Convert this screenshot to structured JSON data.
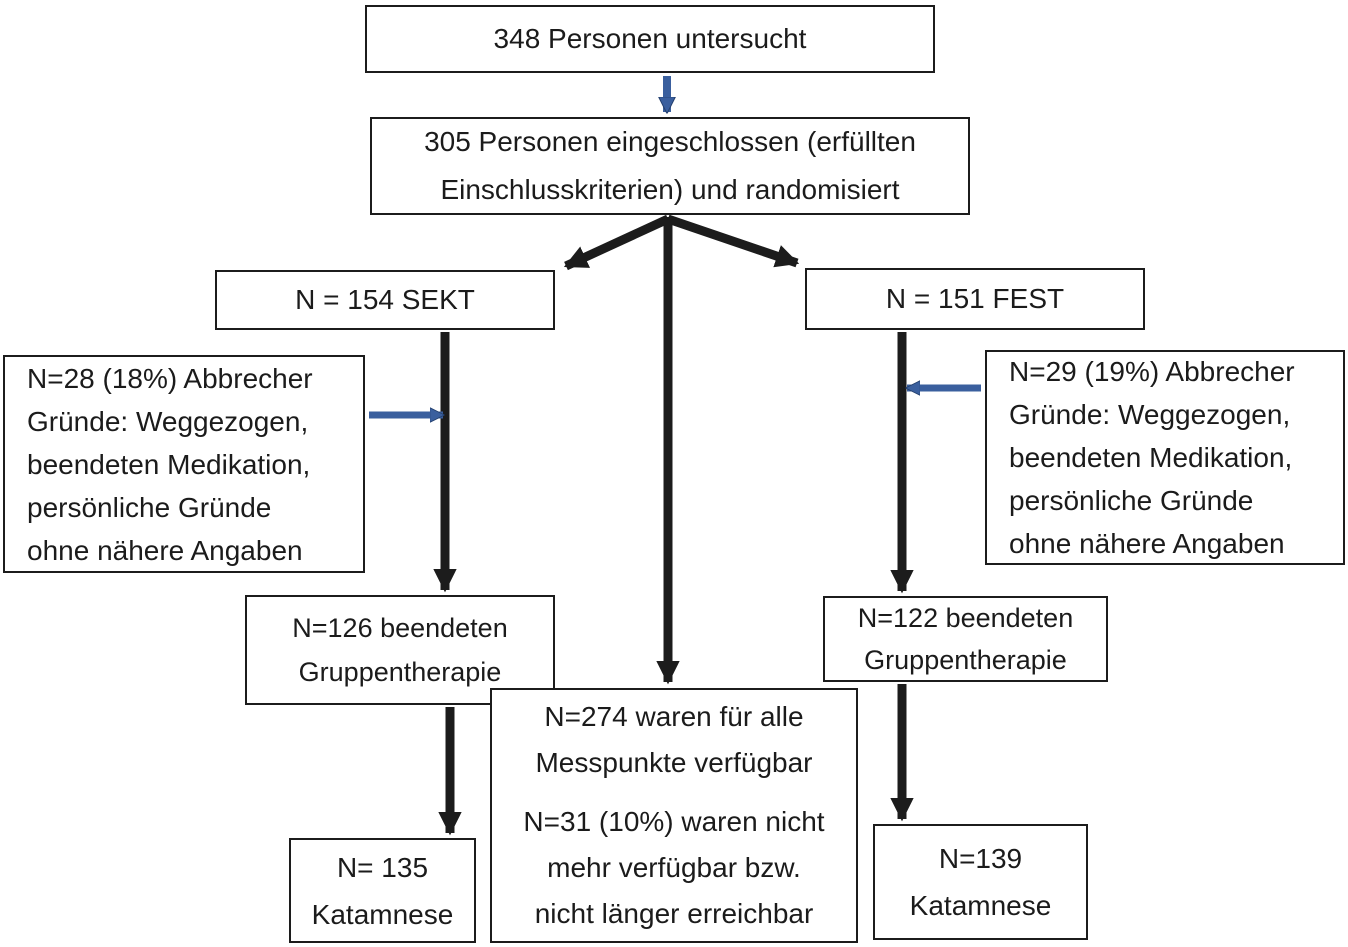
{
  "diagram": {
    "type": "flowchart",
    "language": "de",
    "colors": {
      "arrow_black": "#1c1c1c",
      "arrow_blue": "#3a5f9e",
      "arrow_blue_dark": "#24406e",
      "box_border": "#1c1c1c",
      "background": "#ffffff",
      "text": "#1b1b1b"
    },
    "nodes": {
      "examined": {
        "lines": [
          "348 Personen untersucht"
        ]
      },
      "randomized": {
        "lines": [
          "305 Personen eingeschlossen (erfüllten",
          "Einschlusskriterien) und randomisiert"
        ]
      },
      "sekt": {
        "lines": [
          "N = 154 SEKT"
        ]
      },
      "fest": {
        "lines": [
          "N = 151 FEST"
        ]
      },
      "dropout_sekt": {
        "lines": [
          "N=28 (18%) Abbrecher",
          "Gründe: Weggezogen,",
          "beendeten Medikation,",
          "persönliche Gründe",
          "ohne nähere Angaben"
        ]
      },
      "dropout_fest": {
        "lines": [
          "N=29 (19%) Abbrecher",
          "Gründe: Weggezogen,",
          "beendeten Medikation,",
          "persönliche Gründe",
          "ohne nähere Angaben"
        ]
      },
      "completed_sekt": {
        "lines": [
          "N=126 beendeten",
          "Gruppentherapie"
        ]
      },
      "completed_fest": {
        "lines": [
          "N=122 beendeten",
          "Gruppentherapie"
        ]
      },
      "availability": {
        "paragraphs": [
          [
            "N=274 waren für alle",
            "Messpunkte verfügbar"
          ],
          [
            "N=31 (10%) waren nicht",
            "mehr verfügbar bzw.",
            "nicht länger erreichbar"
          ]
        ]
      },
      "katamnese_sekt": {
        "lines": [
          "N= 135",
          "Katamnese"
        ]
      },
      "katamnese_fest": {
        "lines": [
          "N=139",
          "Katamnese"
        ]
      }
    },
    "edges": [
      {
        "from": "examined",
        "to": "randomized",
        "style": "blue-arrow",
        "direction": "down"
      },
      {
        "from": "randomized",
        "to": "sekt",
        "style": "black-arrow",
        "direction": "diagonal-left-down"
      },
      {
        "from": "randomized",
        "to": "fest",
        "style": "black-arrow",
        "direction": "diagonal-right-down"
      },
      {
        "from": "randomized",
        "to": "availability",
        "style": "black-arrow",
        "direction": "down"
      },
      {
        "from": "sekt",
        "to": "completed_sekt",
        "style": "black-arrow",
        "direction": "down"
      },
      {
        "from": "completed_sekt",
        "to": "katamnese_sekt",
        "style": "black-arrow",
        "direction": "down"
      },
      {
        "from": "fest",
        "to": "completed_fest",
        "style": "black-arrow",
        "direction": "down"
      },
      {
        "from": "completed_fest",
        "to": "katamnese_fest",
        "style": "black-arrow",
        "direction": "down"
      },
      {
        "from": "dropout_sekt",
        "to": "sekt_arm",
        "style": "blue-arrow",
        "direction": "right"
      },
      {
        "from": "dropout_fest",
        "to": "fest_arm",
        "style": "blue-arrow",
        "direction": "left"
      }
    ]
  }
}
